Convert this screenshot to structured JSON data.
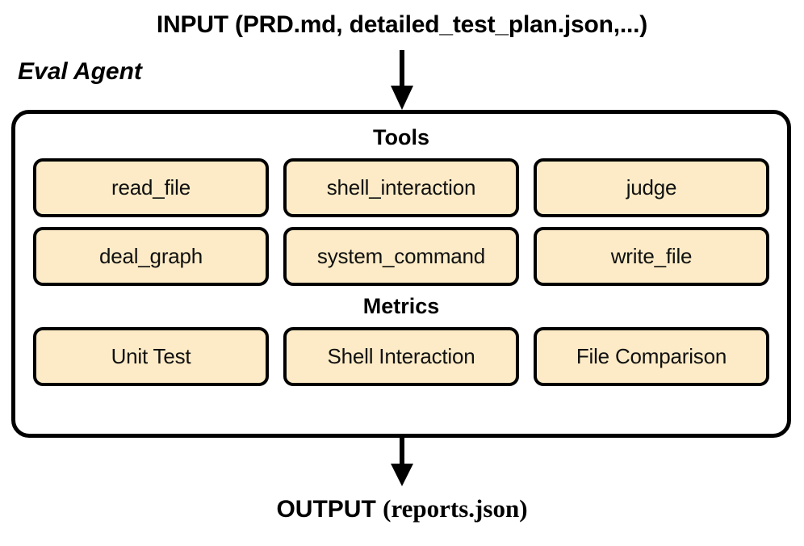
{
  "diagram": {
    "input_label": "INPUT (PRD.md, detailed_test_plan.json,...)",
    "agent_label": "Eval Agent",
    "output_label_bold": "OUTPUT",
    "output_label_serif": "(reports.json)",
    "sections": [
      {
        "title": "Tools",
        "rows": [
          [
            {
              "label": "read_file"
            },
            {
              "label": "shell_interaction"
            },
            {
              "label": "judge"
            }
          ],
          [
            {
              "label": "deal_graph"
            },
            {
              "label": "system_command"
            },
            {
              "label": "write_file"
            }
          ]
        ]
      },
      {
        "title": "Metrics",
        "rows": [
          [
            {
              "label": "Unit Test"
            },
            {
              "label": "Shell Interaction"
            },
            {
              "label": "File Comparison"
            }
          ]
        ]
      }
    ],
    "arrows": [
      {
        "name": "input-arrow",
        "direction": "down"
      },
      {
        "name": "output-arrow",
        "direction": "down"
      }
    ],
    "colors": {
      "box_fill": "#FCEBC6",
      "stroke": "#000000",
      "background": "#FFFFFF",
      "text": "#111111"
    }
  }
}
